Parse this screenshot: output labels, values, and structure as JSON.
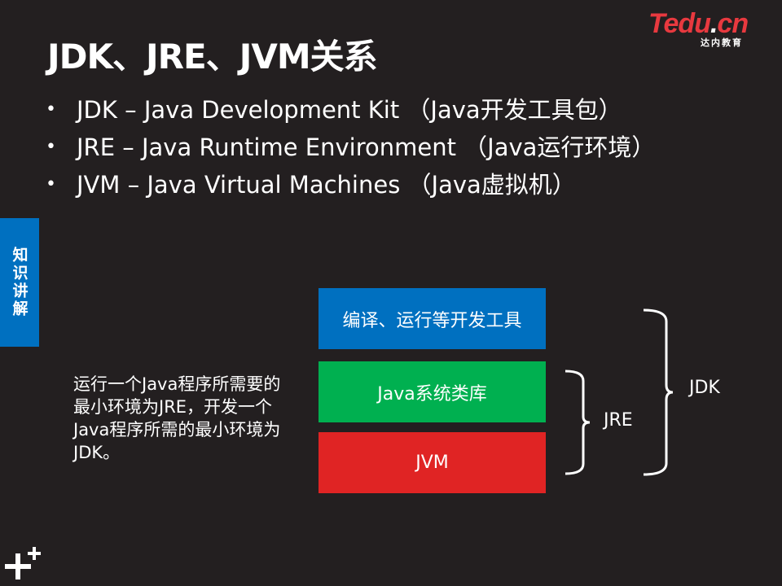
{
  "logo": {
    "word_t": "T",
    "word_rest": "edu",
    "word_dot": ".",
    "word_cn": "cn",
    "subtitle": "达内教育"
  },
  "title": "JDK、JRE、JVM关系",
  "bullets": [
    {
      "dot": "•",
      "text": "JDK – Java Development Kit （Java开发工具包）"
    },
    {
      "dot": "•",
      "text": "JRE – Java Runtime Environment （Java运行环境）"
    },
    {
      "dot": "•",
      "text": "JVM – Java Virtual Machines （Java虚拟机）"
    }
  ],
  "side_tab": "知识讲解",
  "description": "运行一个Java程序所需要的最小环境为JRE，开发一个Java程序所需的最小环境为JDK。",
  "diagram": {
    "boxes": [
      {
        "label": "编译、运行等开发工具",
        "color": "#0070c0"
      },
      {
        "label": "Java系统类库",
        "color": "#00b050"
      },
      {
        "label": "JVM",
        "color": "#e02424"
      }
    ],
    "jre_label": "JRE",
    "jdk_label": "JDK"
  },
  "colors": {
    "background": "#231f20",
    "accent_blue": "#0070c0",
    "green": "#00b050",
    "red": "#e02424",
    "logo_red": "#e8393f"
  }
}
